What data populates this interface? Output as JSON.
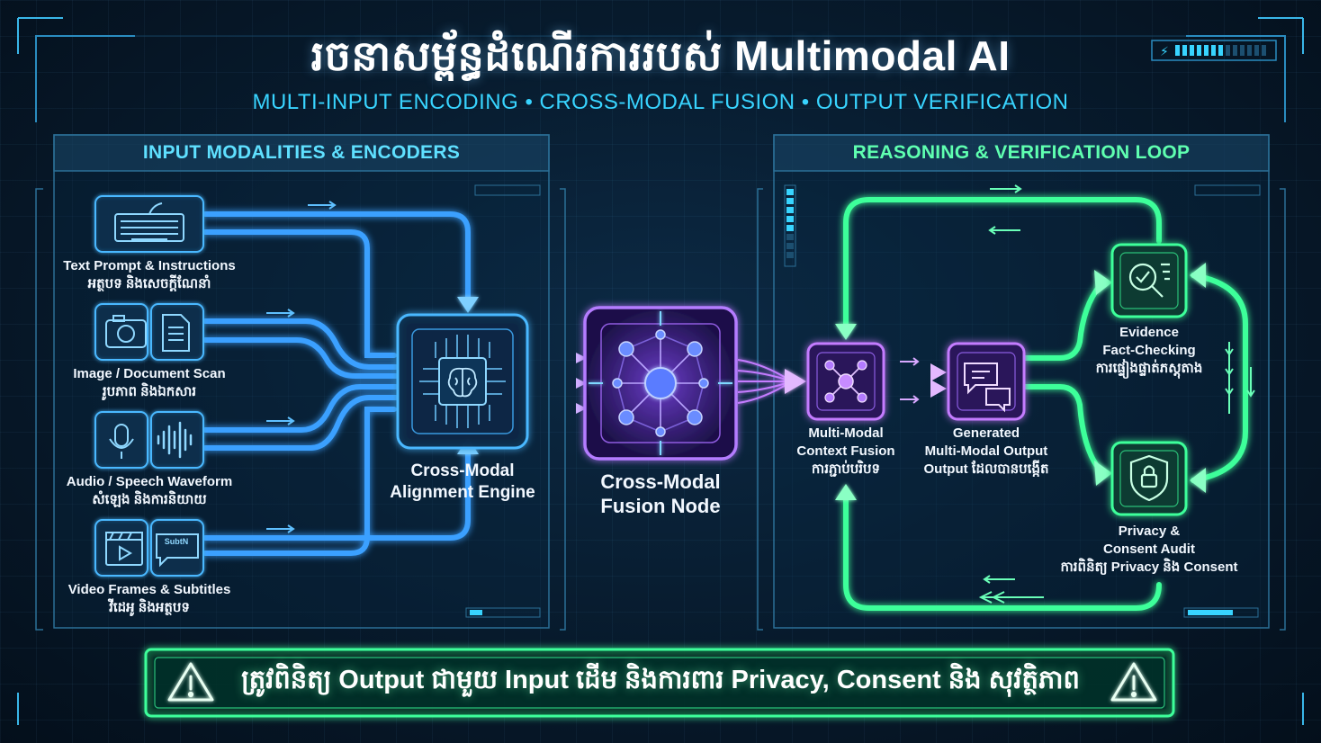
{
  "header": {
    "title": "រចនាសម្ព័ន្ធដំណើរការរបស់ Multimodal AI",
    "subtitle": "MULTI-INPUT ENCODING • CROSS-MODAL FUSION • OUTPUT VERIFICATION"
  },
  "left_panel": {
    "title": "INPUT MODALITIES & ENCODERS",
    "inputs": [
      {
        "label_en": "Text Prompt & Instructions",
        "label_km": "អត្ថបទ និងសេចក្តីណែនាំ",
        "icon": "keyboard-icon"
      },
      {
        "label_en": "Image / Document Scan",
        "label_km": "រូបភាព និងឯកសារ",
        "icon": "camera-document-icon"
      },
      {
        "label_en": "Audio / Speech Waveform",
        "label_km": "សំឡេង និងការនិយាយ",
        "icon": "microphone-waveform-icon"
      },
      {
        "label_en": "Video Frames & Subtitles",
        "label_km": "វីដេអូ និងអត្ថបទ",
        "icon": "video-subtitle-icon"
      }
    ],
    "subtitle_badge": "SubtN",
    "engine": {
      "line1": "Cross-Modal",
      "line2": "Alignment Engine",
      "icon": "brain-chip-icon"
    }
  },
  "center_node": {
    "line1": "Cross-Modal",
    "line2": "Fusion Node",
    "icon": "network-hub-icon"
  },
  "right_panel": {
    "title": "REASONING & VERIFICATION LOOP",
    "context": {
      "line1": "Multi-Modal",
      "line2": "Context Fusion",
      "line3": "ការភ្ជាប់បរិបទ",
      "icon": "context-fusion-icon"
    },
    "output": {
      "line1": "Generated",
      "line2": "Multi-Modal Output",
      "line3": "Output ដែលបានបង្កើត",
      "icon": "chat-bubbles-icon"
    },
    "evidence": {
      "line1": "Evidence",
      "line2": "Fact-Checking",
      "line3": "ការផ្ទៀងផ្ទាត់ភស្តុតាង",
      "icon": "magnifier-check-icon"
    },
    "privacy": {
      "line1": "Privacy &",
      "line2": "Consent Audit",
      "line3": "ការពិនិត្យ Privacy និង Consent",
      "icon": "shield-lock-icon"
    }
  },
  "banner": {
    "text": "ត្រូវពិនិត្យ Output ជាមួយ Input ដើម និងការពារ Privacy, Consent និង សុវត្ថិភាព",
    "icon": "warning-icon"
  },
  "colors": {
    "background": "#061524",
    "cyan": "#38d4ff",
    "blue_flow": "#4aa8ff",
    "purple": "#a86bff",
    "green": "#3dff9a",
    "panel_title_left": "#5fe0ff",
    "panel_title_right": "#5fffb0"
  }
}
